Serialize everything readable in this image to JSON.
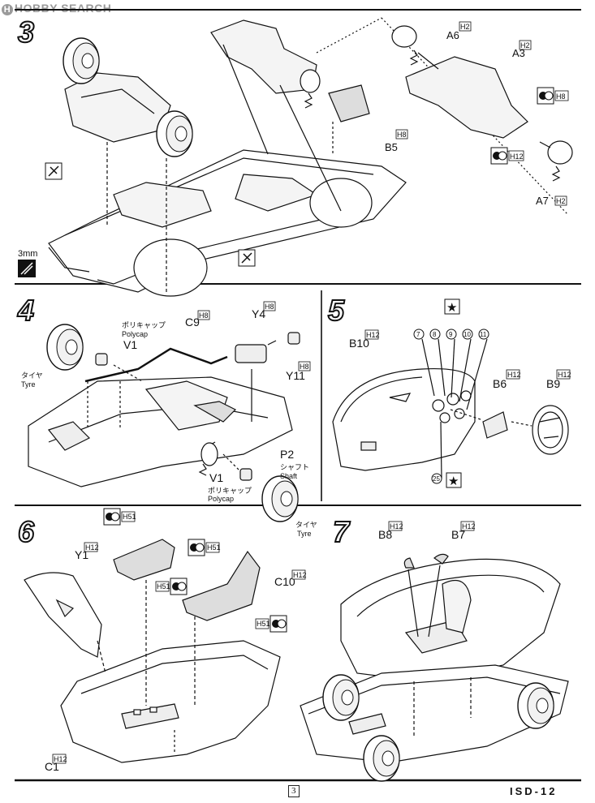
{
  "watermark": {
    "text": "HOBBY SEARCH",
    "mark": "H"
  },
  "footer": {
    "page": "3",
    "code": "ISD-12"
  },
  "step3": {
    "number": "3",
    "parts": [
      {
        "id": "A6",
        "tag": "H2"
      },
      {
        "id": "A3",
        "tag": "H2"
      },
      {
        "id": "A7",
        "tag": "H2"
      },
      {
        "id": "B5",
        "tag": "H8"
      }
    ],
    "paint": [
      "H8",
      "H12"
    ],
    "drill": "3mm"
  },
  "step4": {
    "number": "4",
    "parts": [
      {
        "id": "C9",
        "tag": "H8"
      },
      {
        "id": "Y4",
        "tag": "H8"
      },
      {
        "id": "Y11",
        "tag": "H8"
      },
      {
        "id": "P2",
        "ja": "シャフト",
        "en": "Shaft"
      },
      {
        "id": "V1",
        "ja": "ポリキャップ",
        "en": "Polycap"
      }
    ],
    "tyre": {
      "ja": "タイヤ",
      "en": "Tyre"
    }
  },
  "step5": {
    "number": "5",
    "parts": [
      {
        "id": "B10",
        "tag": "H12"
      },
      {
        "id": "B6",
        "tag": "H12"
      },
      {
        "id": "B9",
        "tag": "H12"
      }
    ],
    "decals": [
      "7",
      "8",
      "9",
      "10",
      "11",
      "25"
    ]
  },
  "step6": {
    "number": "6",
    "parts": [
      {
        "id": "Y1",
        "tag": "H12"
      },
      {
        "id": "C10",
        "tag": "H12"
      },
      {
        "id": "C1",
        "tag": "H12"
      }
    ],
    "paint": "H51"
  },
  "step7": {
    "number": "7",
    "parts": [
      {
        "id": "B8",
        "tag": "H12"
      },
      {
        "id": "B7",
        "tag": "H12"
      }
    ]
  }
}
